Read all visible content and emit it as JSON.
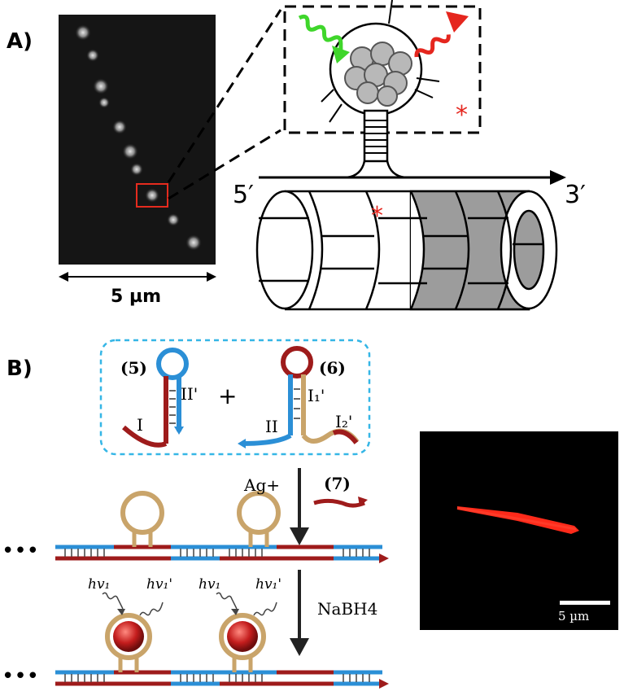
{
  "panel_a": {
    "label": "A)",
    "scale_label": "5 µm",
    "end_5": "5′",
    "end_3": "3′",
    "asterisk": "*"
  },
  "panel_b": {
    "label": "B)",
    "strand_5": "(5)",
    "strand_6": "(6)",
    "strand_7": "(7)",
    "plus": "+",
    "seg_I": "I",
    "seg_IIp": "II'",
    "seg_II": "II",
    "seg_I1p": "I₁'",
    "seg_I2p": "I₂'",
    "reagent_1": "Ag+",
    "reagent_2": "NaBH4",
    "ellipsis": "•••",
    "hv_in": "hv₁",
    "hv_out": "hv₁'",
    "scale_label": "5 µm"
  },
  "colors": {
    "excitation_green": "#3fd62b",
    "emission_red": "#e5261e",
    "fluor_red": "#ff2a1a",
    "dna_blue": "#2b8fd6",
    "dna_red": "#9e1b1b",
    "loop_tan": "#c9a46a",
    "box_cyan": "#35b6e6"
  },
  "icons": [
    "silver-cluster-icon",
    "excitation-wave-icon",
    "emission-wave-icon",
    "dna-nanotube-icon",
    "nanoparticle-icon"
  ]
}
